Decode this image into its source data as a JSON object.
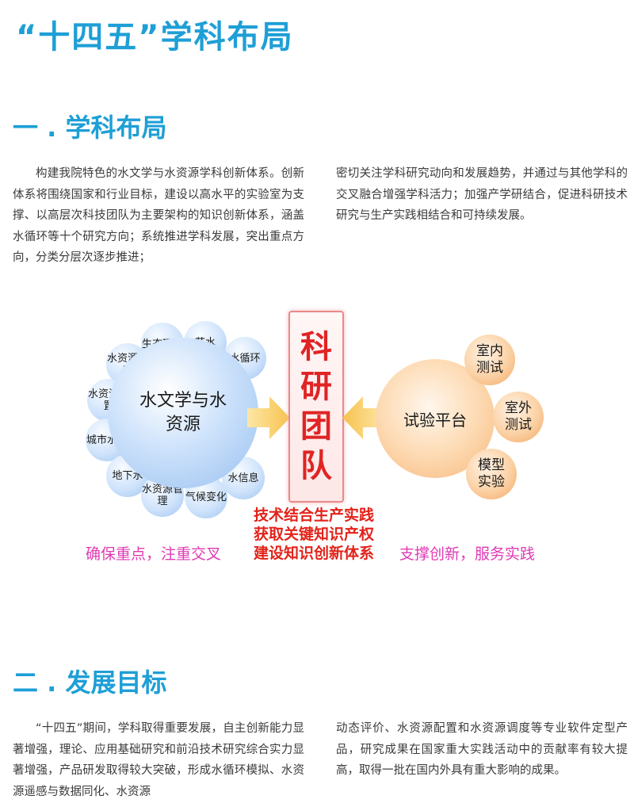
{
  "page_title": "“十四五”学科布局",
  "section1": {
    "title": "一 . 学科布局",
    "left_col": "构建我院特色的水文学与水资源学科创新体系。创新体系将围绕国家和行业目标，建设以高水平的实验室为支撑、以高层次科技团队为主要架构的知识创新体系，涵盖水循环等十个研究方向；系统推进学科发展，突出重点方向，分类分层次逐步推进；",
    "right_col": "密切关注学科研究动向和发展趋势，并通过与其他学科的交叉融合增强学科活力；加强产学研结合，促进科研技术研究与生产实践相结合和可持续发展。"
  },
  "diagram": {
    "center_blue": "水文学与水资源",
    "blue_satellites": [
      "生态环境",
      "节水",
      "水循环",
      "水资源调度",
      "水资源配置",
      "城市水务",
      "地下水",
      "水资源管理",
      "气候变化",
      "水信息"
    ],
    "research_team": [
      "科",
      "研",
      "团",
      "队"
    ],
    "center_orange": "试验平台",
    "orange_satellites": [
      "室内测试",
      "室外测试",
      "模型实验"
    ],
    "red_lines": [
      "技术结合生产实践",
      "获取关键知识产权",
      "建设知识创新体系"
    ],
    "left_slogan": "确保重点，注重交叉",
    "right_slogan": "支撑创新，服务实践"
  },
  "section2": {
    "title": "二 . 发展目标",
    "left_col": "“十四五”期间，学科取得重要发展，自主创新能力显著增强，理论、应用基础研究和前沿技术研究综合实力显著增强，产品研发取得较大突破，形成水循环模拟、水资源遥感与数据同化、水资源",
    "right_col": "动态评价、水资源配置和水资源调度等专业软件定型产品，研究成果在国家重大实践活动中的贡献率有较大提高，取得一批在国内外具有重大影响的成果。"
  },
  "colors": {
    "heading_blue": "#1e9fd6",
    "research_red": "#e02424",
    "slogan_magenta": "#e03ab4",
    "arrow_yellow": "#fbd36b"
  }
}
